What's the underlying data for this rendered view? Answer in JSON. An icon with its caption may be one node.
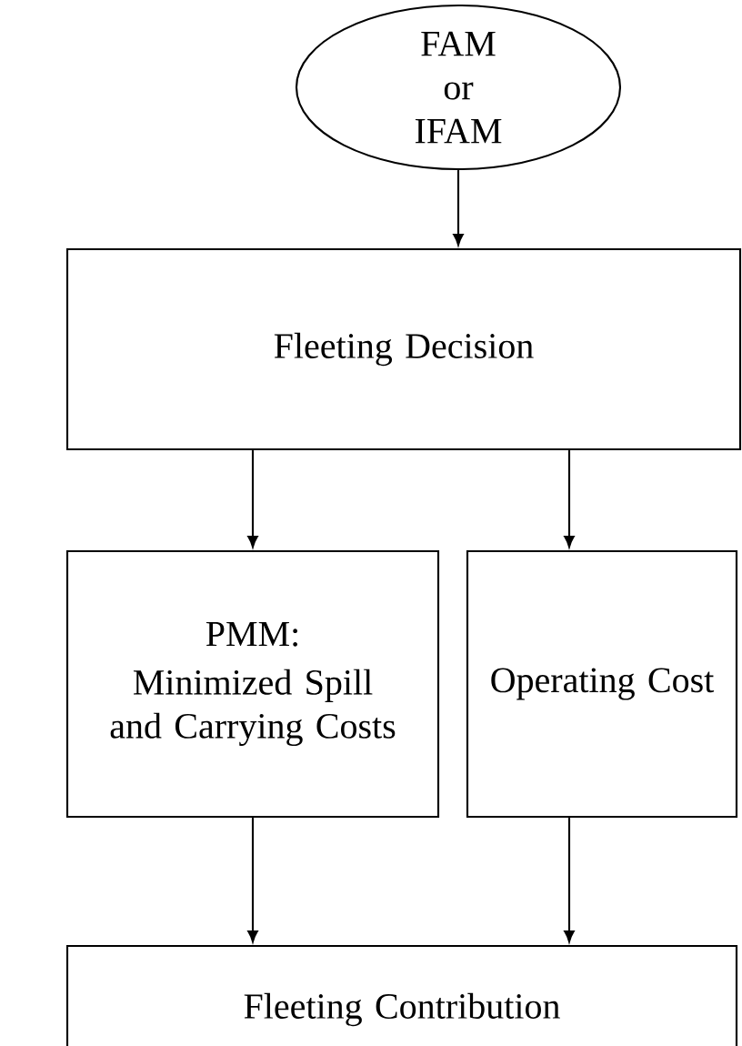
{
  "diagram": {
    "nodes": [
      {
        "text": [
          "FAM or IFAM"
        ]
      },
      {
        "text": [
          "Fleeting Decision"
        ]
      },
      {
        "text": [
          "PMM:",
          "Minimized Spill and Carrying Costs"
        ]
      },
      {
        "text": [
          "Operating Cost"
        ]
      },
      {
        "text": [
          "Fleeting Contribution"
        ]
      }
    ],
    "edges": [
      {
        "from": 0,
        "to": 1,
        "arrow": "to"
      },
      {
        "from": 1,
        "to": 2,
        "arrow": "to"
      },
      {
        "from": 1,
        "to": 3,
        "arrow": "to"
      },
      {
        "from": 2,
        "to": 4,
        "arrow": "to"
      },
      {
        "from": 3,
        "to": 4,
        "arrow": "to"
      }
    ]
  }
}
